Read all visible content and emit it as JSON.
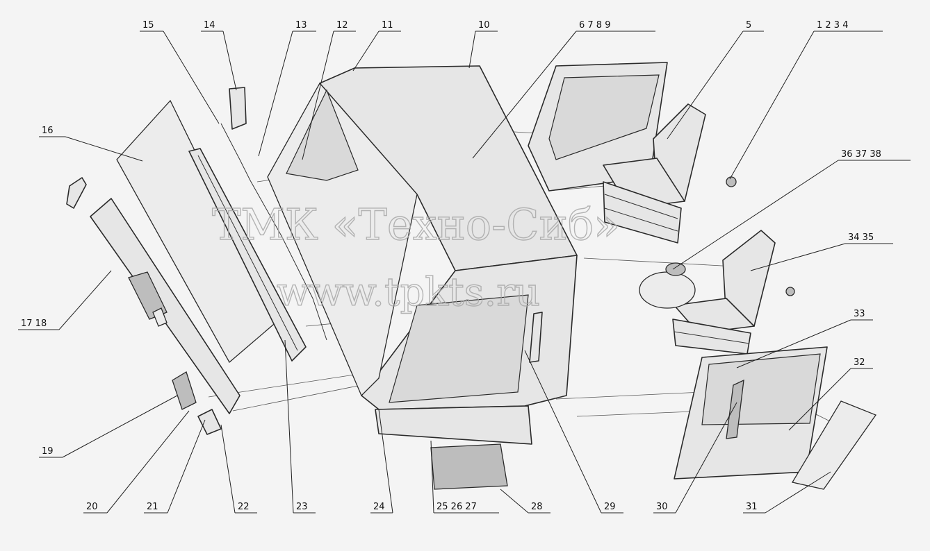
{
  "watermark": {
    "line1": "ТМК «Техно-Сиб»",
    "line2": "www.tpkts.ru"
  },
  "callouts": [
    {
      "id": "15",
      "label": "15"
    },
    {
      "id": "14",
      "label": "14"
    },
    {
      "id": "13",
      "label": "13"
    },
    {
      "id": "12",
      "label": "12"
    },
    {
      "id": "11",
      "label": "11"
    },
    {
      "id": "10",
      "label": "10"
    },
    {
      "id": "6-9",
      "label": "6 7 8 9"
    },
    {
      "id": "5",
      "label": "5"
    },
    {
      "id": "1-4",
      "label": "1 2 3 4"
    },
    {
      "id": "16",
      "label": "16"
    },
    {
      "id": "36-38",
      "label": "36 37 38"
    },
    {
      "id": "34-35",
      "label": "34 35"
    },
    {
      "id": "17-18",
      "label": "17 18"
    },
    {
      "id": "33",
      "label": "33"
    },
    {
      "id": "32",
      "label": "32"
    },
    {
      "id": "19",
      "label": "19"
    },
    {
      "id": "20",
      "label": "20"
    },
    {
      "id": "21",
      "label": "21"
    },
    {
      "id": "22",
      "label": "22"
    },
    {
      "id": "23",
      "label": "23"
    },
    {
      "id": "24",
      "label": "24"
    },
    {
      "id": "25-27",
      "label": "25 26 27"
    },
    {
      "id": "28",
      "label": "28"
    },
    {
      "id": "29",
      "label": "29"
    },
    {
      "id": "30",
      "label": "30"
    },
    {
      "id": "31",
      "label": "31"
    }
  ]
}
